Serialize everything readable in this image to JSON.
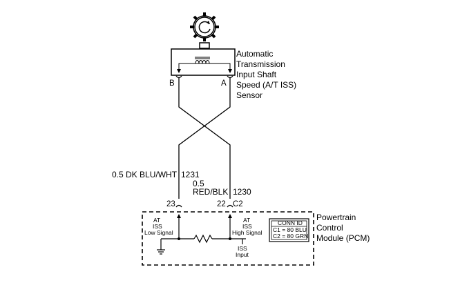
{
  "sensor": {
    "name_lines": [
      "Automatic",
      "Transmission",
      "Input Shaft",
      "Speed (A/T ISS)",
      "Sensor"
    ],
    "pin_b": "B",
    "pin_a": "A"
  },
  "wires": {
    "left_color": "0.5 DK BLU/WHT",
    "left_circuit": "1231",
    "right_size": "0.5",
    "right_color": "RED/BLK",
    "right_circuit": "1230"
  },
  "connector": {
    "pin_left": "23",
    "pin_right": "22",
    "id": "C2"
  },
  "module": {
    "name_lines": [
      "Powertrain",
      "Control",
      "Module (PCM)"
    ],
    "low_signal_lines": [
      "AT",
      "ISS",
      "Low Signal"
    ],
    "high_signal_lines": [
      "AT",
      "ISS",
      "High Signal"
    ],
    "input_lines": [
      "ISS",
      "Input"
    ],
    "conn_table": {
      "header": "CONN ID",
      "rows": [
        "C1 = 80 BLU",
        "C2 = 80 GRN"
      ]
    }
  }
}
